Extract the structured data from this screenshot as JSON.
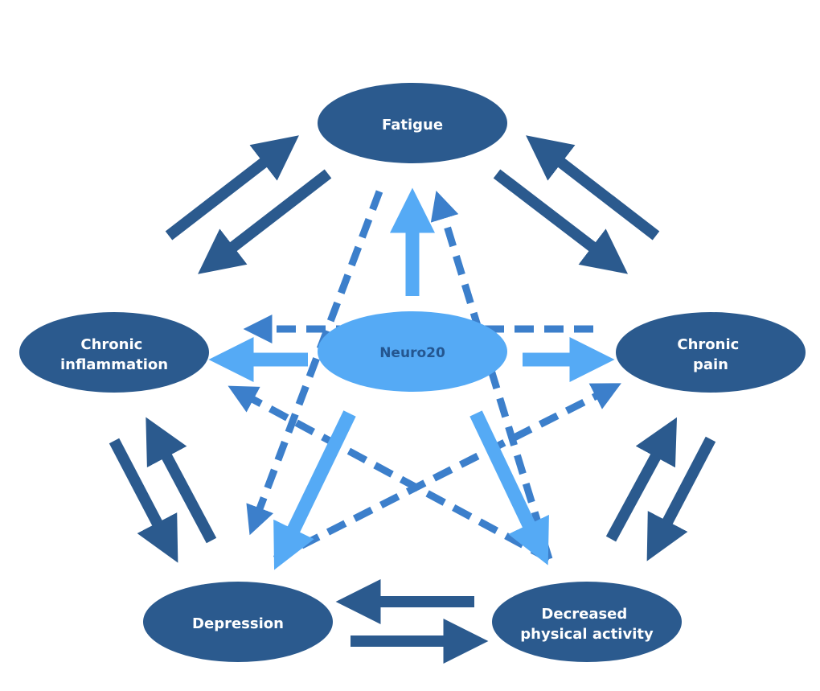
{
  "colors": {
    "dark": "#2b5a8e",
    "dashed": "#3c7fcb",
    "light": "#55aaf5",
    "center_text": "#245690",
    "node_text": "#ffffff"
  },
  "nodes": {
    "fatigue": {
      "lines": [
        "Fatigue"
      ]
    },
    "chronic_inflammation": {
      "lines": [
        "Chronic",
        "inflammation"
      ]
    },
    "chronic_pain": {
      "lines": [
        "Chronic",
        "pain"
      ]
    },
    "depression": {
      "lines": [
        "Depression"
      ]
    },
    "decreased_activity": {
      "lines": [
        "Decreased",
        "physical activity"
      ]
    },
    "neuro20": {
      "lines": [
        "Neuro20"
      ]
    }
  }
}
